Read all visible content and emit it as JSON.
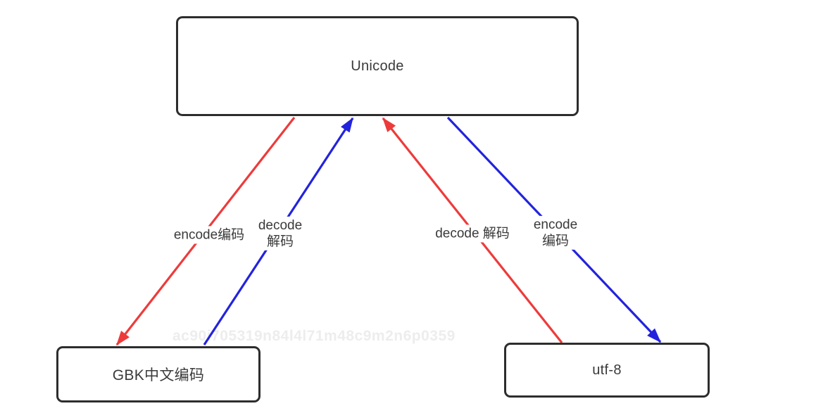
{
  "diagram": {
    "nodes": {
      "unicode": {
        "label": "Unicode"
      },
      "gbk": {
        "label": "GBK中文编码"
      },
      "utf8": {
        "label": "utf-8"
      }
    },
    "edges": [
      {
        "from": "Unicode",
        "to": "GBK中文编码",
        "color": "red",
        "label": "encode编码"
      },
      {
        "from": "GBK中文编码",
        "to": "Unicode",
        "color": "blue",
        "label": "decode\n解码"
      },
      {
        "from": "utf-8",
        "to": "Unicode",
        "color": "red",
        "label": "decode 解码"
      },
      {
        "from": "Unicode",
        "to": "utf-8",
        "color": "blue",
        "label": "encode\n编码"
      }
    ],
    "colors": {
      "red": "#ed3b3b",
      "blue": "#2323dd",
      "box_border": "#2d2d2d",
      "text": "#3a3a3a",
      "background": "#ffffff",
      "watermark": "#ededed"
    },
    "watermark": "ac90i705319n84l4l71m48c9m2n6p0359"
  }
}
